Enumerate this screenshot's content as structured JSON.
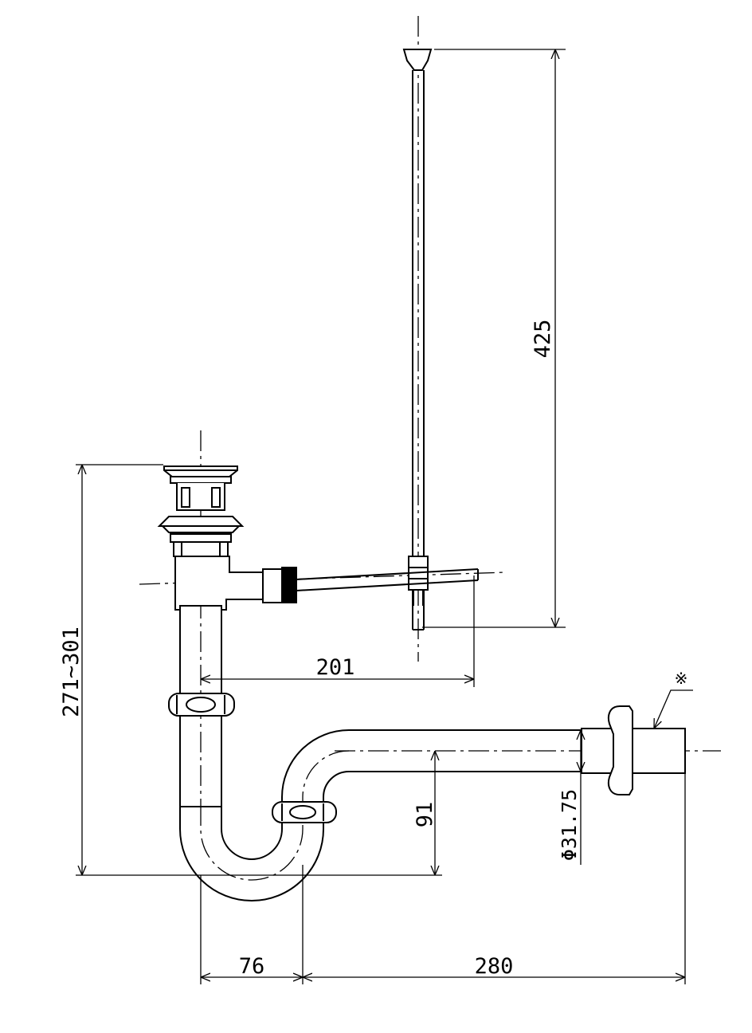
{
  "diagram": {
    "dimensions": {
      "rod_height": "425",
      "horizontal_reach": "201",
      "overall_height": "271~301",
      "trap_depth": "91",
      "pipe_diameter": "Φ31.75",
      "trap_width": "76",
      "wall_pipe_length": "280"
    },
    "note_mark": "※"
  }
}
